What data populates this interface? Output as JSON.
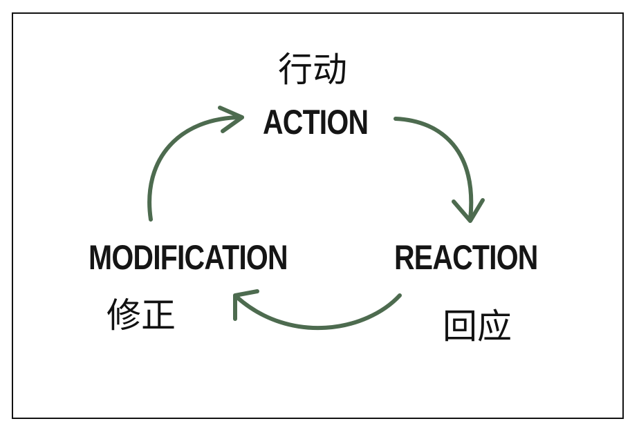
{
  "diagram": {
    "nodes": [
      {
        "en": "ACTION",
        "zh": "行动"
      },
      {
        "en": "REACTION",
        "zh": "回应"
      },
      {
        "en": "MODIFICATION",
        "zh": "修正"
      }
    ],
    "arrow_color": "#4d6b4f"
  }
}
